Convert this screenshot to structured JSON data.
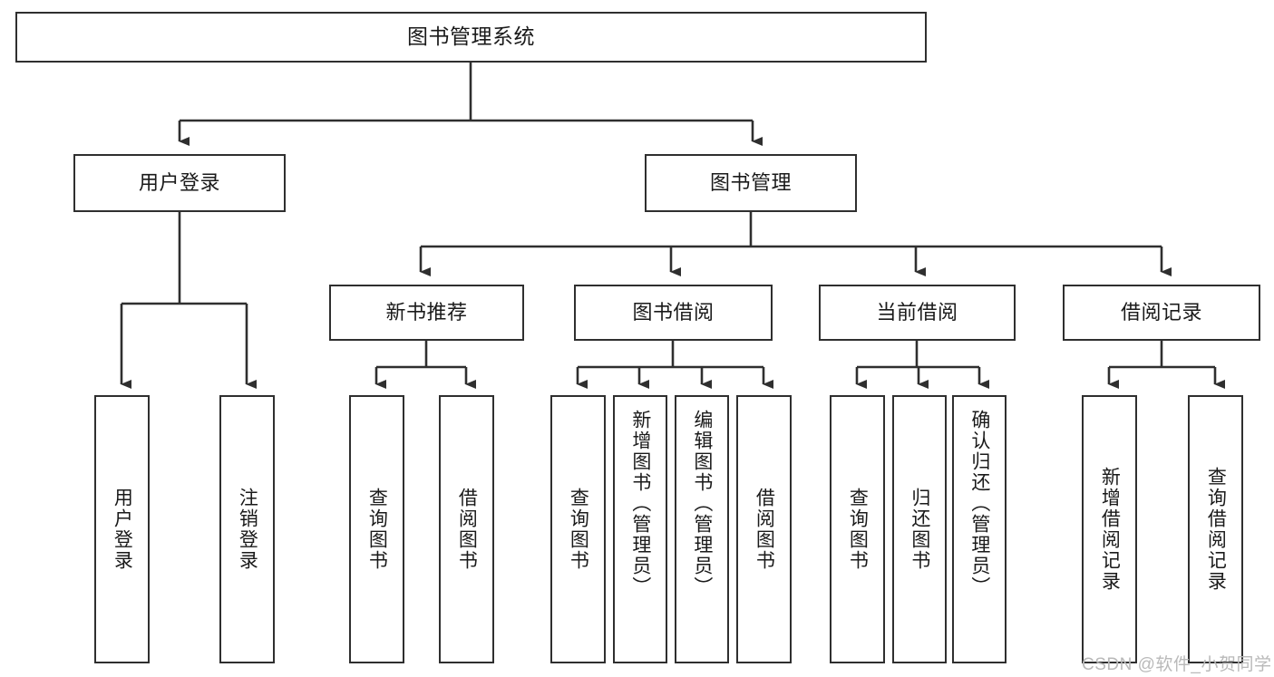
{
  "diagram": {
    "title": "图书管理系统",
    "type": "hierarchy-tree",
    "watermark": "CSDN @软件_小贺同学",
    "colors": {
      "box_border": "#2f2f2f",
      "box_fill": "#ffffff",
      "edge": "#2f2f2f",
      "text": "#1a1a1a",
      "watermark": "#b9b9b9"
    },
    "levels": [
      {
        "level": 1,
        "nodes": [
          {
            "id": "root",
            "label": "图书管理系统"
          }
        ]
      },
      {
        "level": 2,
        "nodes": [
          {
            "id": "l2-1",
            "label": "用户登录",
            "parent": "root"
          },
          {
            "id": "l2-2",
            "label": "图书管理",
            "parent": "root"
          }
        ]
      },
      {
        "level": 3,
        "nodes": [
          {
            "id": "l3-1",
            "label": "新书推荐",
            "parent": "l2-2"
          },
          {
            "id": "l3-2",
            "label": "图书借阅",
            "parent": "l2-2"
          },
          {
            "id": "l3-3",
            "label": "当前借阅",
            "parent": "l2-2"
          },
          {
            "id": "l3-4",
            "label": "借阅记录",
            "parent": "l2-2"
          }
        ]
      },
      {
        "level": 4,
        "nodes": [
          {
            "id": "l4-1",
            "label": "用户登录",
            "parent": "l2-1"
          },
          {
            "id": "l4-2",
            "label": "注销登录",
            "parent": "l2-1"
          },
          {
            "id": "l4-3",
            "label": "查询图书",
            "parent": "l3-1"
          },
          {
            "id": "l4-4",
            "label": "借阅图书",
            "parent": "l3-1"
          },
          {
            "id": "l4-5",
            "label": "查询图书",
            "parent": "l3-2"
          },
          {
            "id": "l4-6",
            "label": "新增图书（管理员）",
            "parent": "l3-2"
          },
          {
            "id": "l4-7",
            "label": "编辑图书（管理员）",
            "parent": "l3-2"
          },
          {
            "id": "l4-8",
            "label": "借阅图书",
            "parent": "l3-2"
          },
          {
            "id": "l4-9",
            "label": "查询图书",
            "parent": "l3-3"
          },
          {
            "id": "l4-10",
            "label": "归还图书",
            "parent": "l3-3"
          },
          {
            "id": "l4-11",
            "label": "确认归还（管理员）",
            "parent": "l3-3"
          },
          {
            "id": "l4-12",
            "label": "新增借阅记录",
            "parent": "l3-4"
          },
          {
            "id": "l4-13",
            "label": "查询借阅记录",
            "parent": "l3-4"
          }
        ]
      }
    ]
  }
}
